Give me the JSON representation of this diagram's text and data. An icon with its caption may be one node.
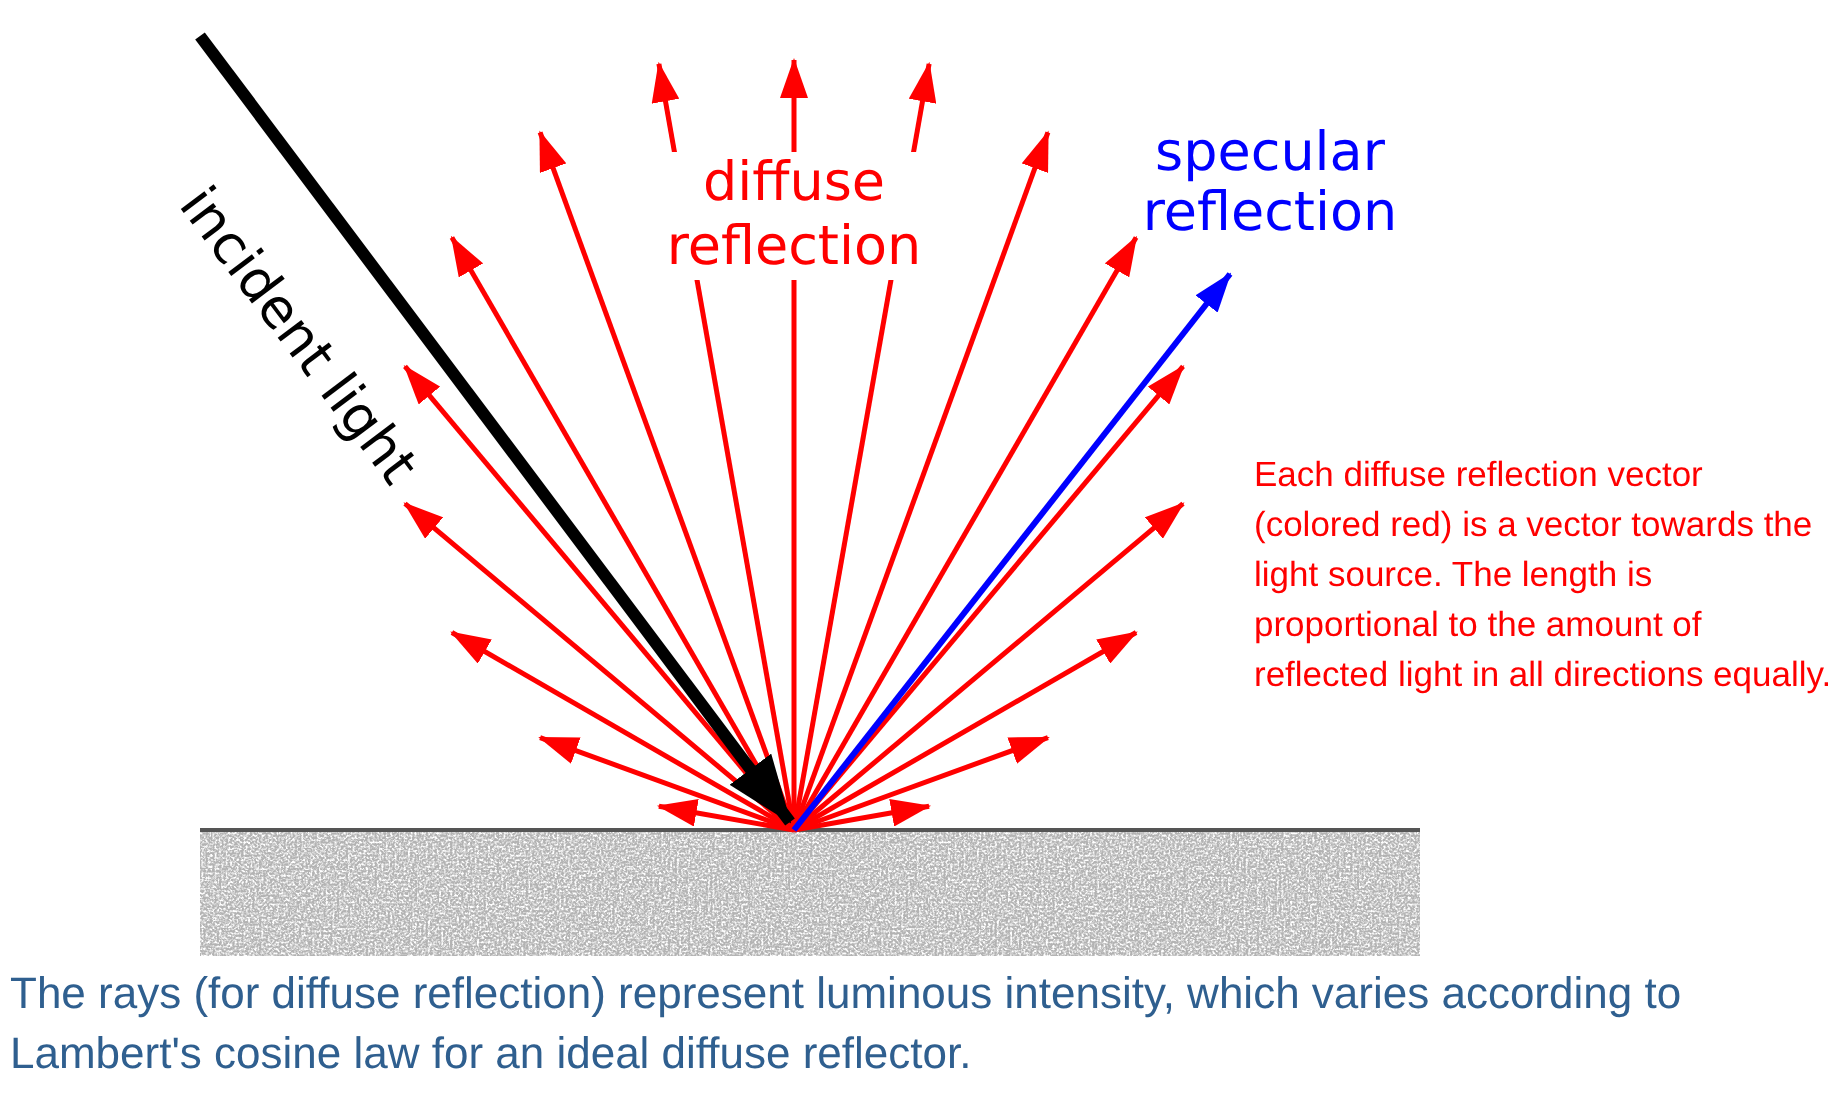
{
  "diagram": {
    "caption": "The rays (for diffuse reflection) represent luminous intensity, which varies according to Lambert's cosine law for an ideal diffuse reflector.",
    "labels": [
      "incident light",
      "diffuse reflection",
      "specular reflection",
      "Each diffuse reflection vector (colored red) is a vector towards the light source. The length is proportional to the amount of reflected light in all directions equally."
    ]
  }
}
